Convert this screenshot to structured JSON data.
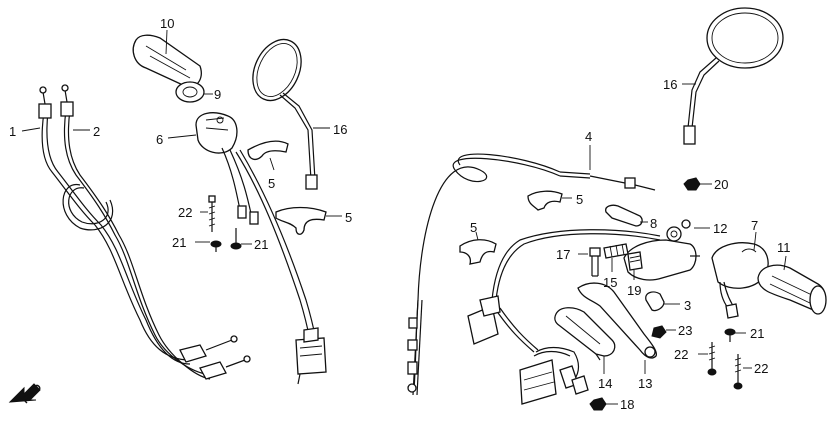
{
  "diagram": {
    "direction_label": "FWD",
    "callouts": {
      "c1": "1",
      "c2": "2",
      "c3": "3",
      "c4": "4",
      "c5a": "5",
      "c5b": "5",
      "c5c": "5",
      "c5d": "5",
      "c6": "6",
      "c7": "7",
      "c8": "8",
      "c9": "9",
      "c10": "10",
      "c11": "11",
      "c12": "12",
      "c13": "13",
      "c14": "14",
      "c15": "15",
      "c16a": "16",
      "c16b": "16",
      "c17": "17",
      "c18": "18",
      "c19": "19",
      "c20": "20",
      "c21a": "21",
      "c21b": "21",
      "c21c": "21",
      "c22a": "22",
      "c22b": "22",
      "c22c": "22",
      "c23": "23"
    }
  }
}
